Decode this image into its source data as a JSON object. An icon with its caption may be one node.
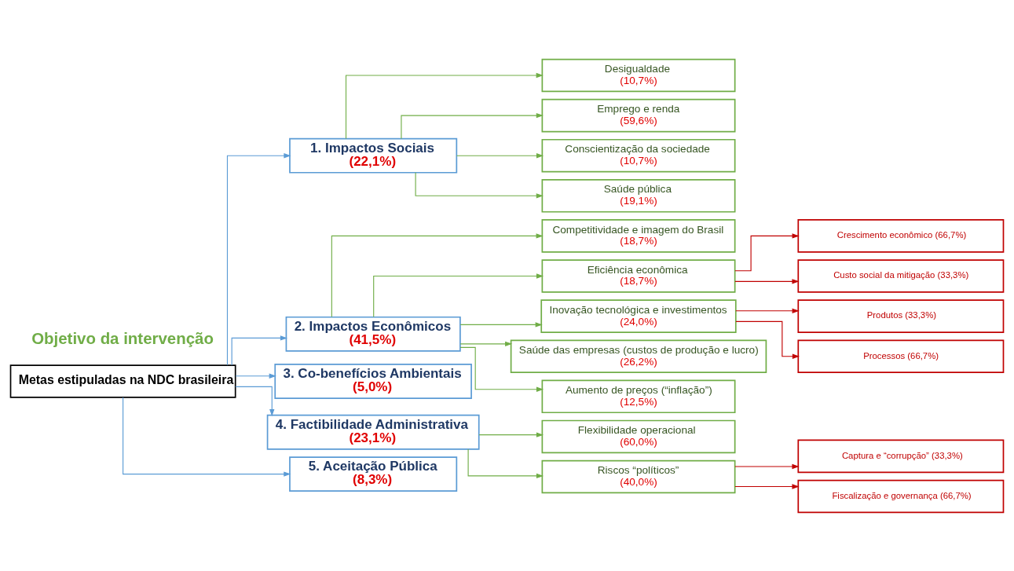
{
  "diagram": {
    "nodes": [
      {
        "text": [
          "Metas estipuladas na NDC brasileira"
        ]
      },
      {
        "text": [
          "1. Impactos Sociais",
          "(22,1%)"
        ]
      },
      {
        "text": [
          "2. Impactos Econômicos",
          "(41,5%)"
        ]
      },
      {
        "text": [
          "3. Co-benefícios Ambientais",
          "(5,0%)"
        ]
      },
      {
        "text": [
          "4. Factibilidade Administrativa",
          "(23,1%)"
        ]
      },
      {
        "text": [
          "5. Aceitação Pública",
          "(8,3%)"
        ]
      },
      {
        "text": [
          "Desigualdade",
          "(10,7%)"
        ]
      },
      {
        "text": [
          "Emprego e renda",
          "(59,6%)"
        ]
      },
      {
        "text": [
          "Conscientização da sociedade",
          "(10,7%)"
        ]
      },
      {
        "text": [
          "Saúde pública",
          "(19,1%)"
        ]
      },
      {
        "text": [
          "Competitividade e imagem do Brasil",
          "(18,7%)"
        ]
      },
      {
        "text": [
          "Eficiência econômica",
          "(18,7%)"
        ]
      },
      {
        "text": [
          "Inovação tecnológica e investimentos",
          "(24,0%)"
        ]
      },
      {
        "text": [
          "Saúde das empresas (custos de produção e lucro)",
          "(26,2%)"
        ]
      },
      {
        "text": [
          "Aumento de preços (“inflação”)",
          "(12,5%)"
        ]
      },
      {
        "text": [
          "Flexibilidade operacional",
          "(60,0%)"
        ]
      },
      {
        "text": [
          "Riscos “políticos”",
          "(40,0%)"
        ]
      },
      {
        "text": [
          "Crescimento econômico (66,7%)"
        ]
      },
      {
        "text": [
          "Custo social da mitigação (33,3%)"
        ]
      },
      {
        "text": [
          "Produtos (33,3%)"
        ]
      },
      {
        "text": [
          "Processos (66,7%)"
        ]
      },
      {
        "text": [
          "Captura e “corrupção” (33,3%)"
        ]
      },
      {
        "text": [
          "Fiscalização e governança (66,7%)"
        ]
      }
    ],
    "edges": [
      {
        "from": 0,
        "to": 1,
        "arrow": "to",
        "color": "#5b9bd5"
      },
      {
        "from": 0,
        "to": 2,
        "arrow": "to",
        "color": "#5b9bd5"
      },
      {
        "from": 0,
        "to": 3,
        "arrow": "to",
        "color": "#5b9bd5"
      },
      {
        "from": 0,
        "to": 4,
        "arrow": "to",
        "color": "#5b9bd5"
      },
      {
        "from": 0,
        "to": 5,
        "arrow": "to",
        "color": "#5b9bd5"
      },
      {
        "from": 1,
        "to": 6,
        "arrow": "to"
      },
      {
        "from": 1,
        "to": 7,
        "arrow": "to"
      },
      {
        "from": 1,
        "to": 8,
        "arrow": "to"
      },
      {
        "from": 1,
        "to": 9,
        "arrow": "to"
      },
      {
        "from": 2,
        "to": 10,
        "arrow": "to"
      },
      {
        "from": 2,
        "to": 11,
        "arrow": "to"
      },
      {
        "from": 2,
        "to": 12,
        "arrow": "to"
      },
      {
        "from": 2,
        "to": 13,
        "arrow": "to"
      },
      {
        "from": 2,
        "to": 14,
        "arrow": "to"
      },
      {
        "from": 4,
        "to": 15,
        "arrow": "to"
      },
      {
        "from": 4,
        "to": 16,
        "arrow": "to"
      },
      {
        "from": 11,
        "to": 17,
        "arrow": "to",
        "color": "#c00000"
      },
      {
        "from": 11,
        "to": 18,
        "arrow": "to",
        "color": "#c00000"
      },
      {
        "from": 12,
        "to": 19,
        "arrow": "to",
        "color": "#c00000"
      },
      {
        "from": 12,
        "to": 20,
        "arrow": "to",
        "color": "#c00000"
      },
      {
        "from": 16,
        "to": 21,
        "arrow": "to",
        "color": "#c00000"
      },
      {
        "from": 16,
        "to": 22,
        "arrow": "to",
        "color": "#c00000"
      }
    ],
    "labels": [
      "Objetivo da intervenção"
    ]
  }
}
